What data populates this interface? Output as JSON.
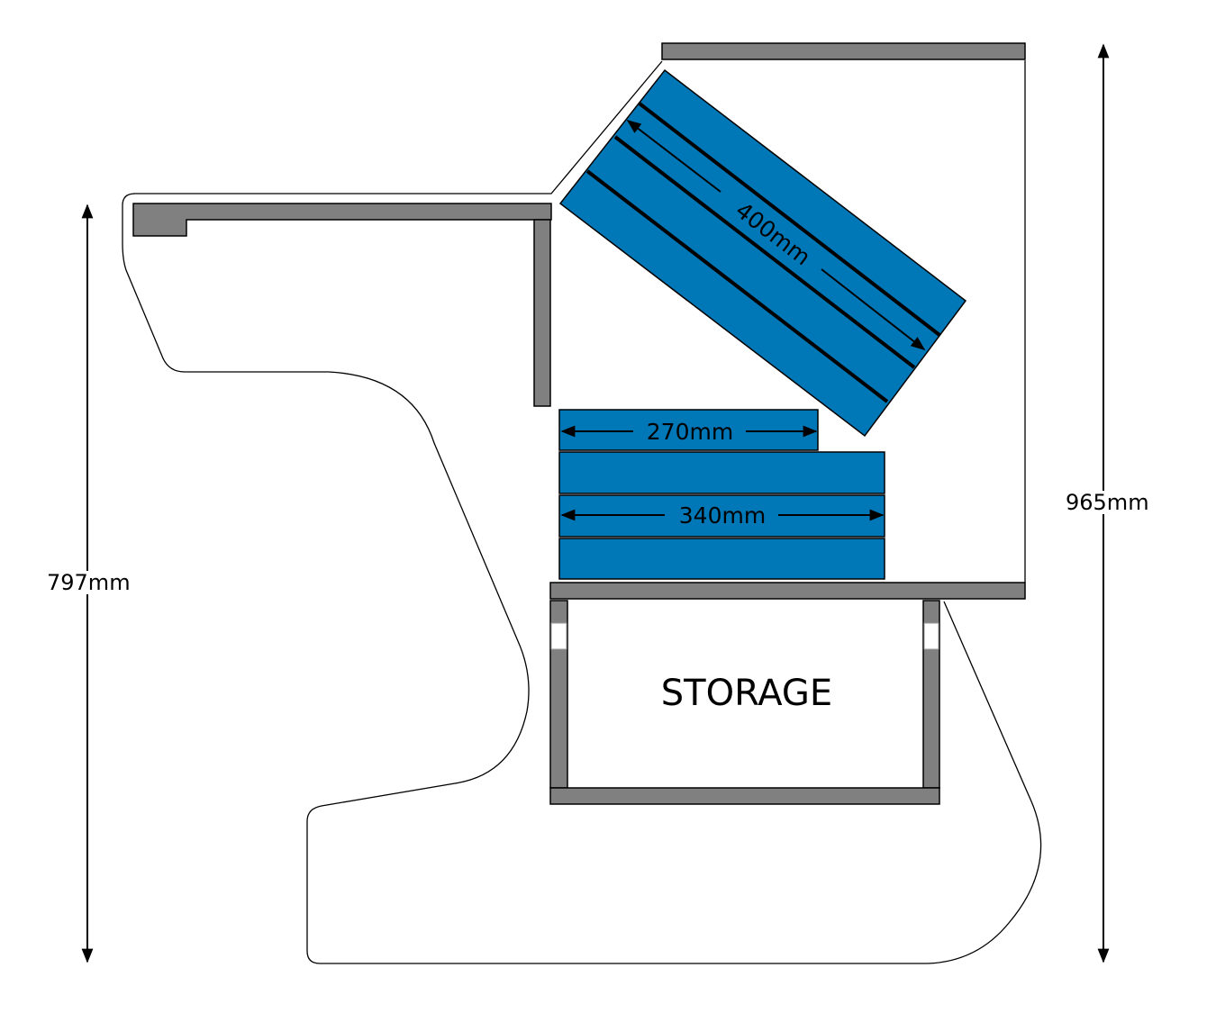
{
  "labels": {
    "overall_height": "965mm",
    "desk_height": "797mm",
    "angled_panel_length": "400mm",
    "short_board_length": "270mm",
    "long_board_length": "340mm",
    "storage": "STORAGE"
  },
  "colors": {
    "board": "#0077B6",
    "structure": "#808080",
    "outline": "#000000"
  }
}
